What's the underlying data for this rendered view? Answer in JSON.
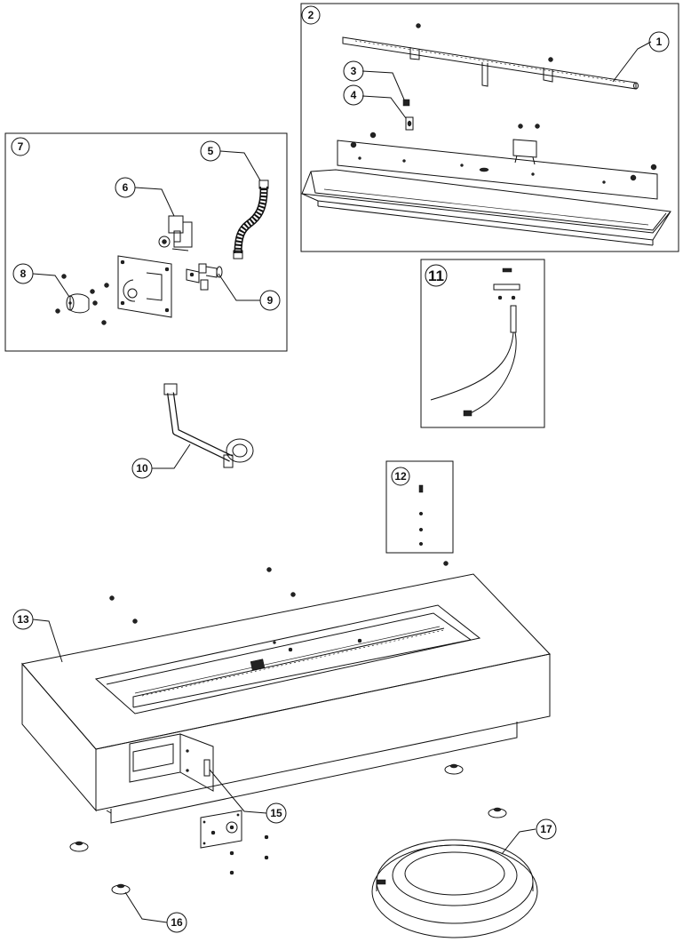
{
  "callouts": {
    "c1": "1",
    "c2": "2",
    "c3": "3",
    "c4": "4",
    "c5": "5",
    "c6": "6",
    "c7": "7",
    "c8": "8",
    "c9": "9",
    "c10": "10",
    "c11": "11",
    "c12": "12",
    "c13": "13",
    "c15": "15",
    "c16": "16",
    "c17": "17"
  }
}
